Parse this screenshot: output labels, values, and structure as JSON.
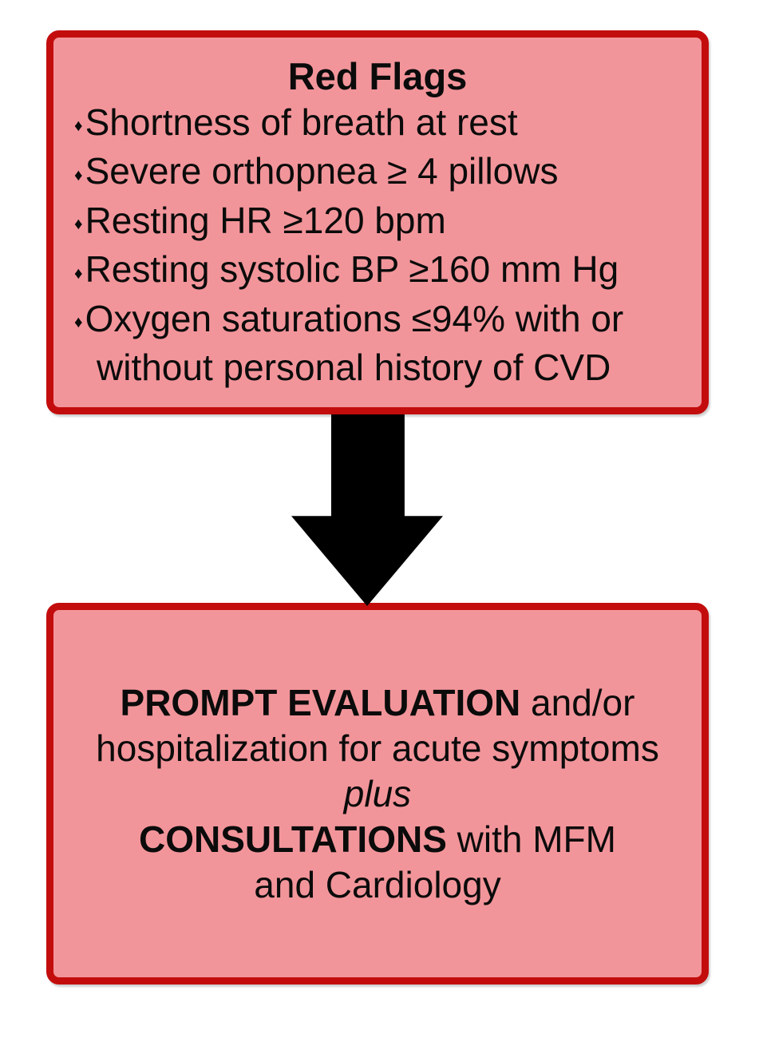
{
  "colors": {
    "background": "#FFFFFF",
    "box_fill": "#F2959A",
    "box_border": "#C30D0D",
    "arrow": "#000000",
    "text": "#0B0B0B"
  },
  "top_box": {
    "title": "Red Flags",
    "bullet_glyph": "♦",
    "items": [
      "Shortness of breath at rest",
      "Severe orthopnea ≥ 4 pillows",
      "Resting HR ≥120 bpm",
      "Resting systolic BP ≥160 mm Hg",
      "Oxygen saturations ≤94% with or without personal history of CVD"
    ]
  },
  "bottom_box": {
    "line1_bold": "PROMPT EVALUATION",
    "line1_rest": " and/or",
    "line2": "hospitalization for acute symptoms",
    "line3_italic": "plus",
    "line4_bold": "CONSULTATIONS",
    "line4_rest": " with MFM",
    "line5": "and Cardiology"
  }
}
